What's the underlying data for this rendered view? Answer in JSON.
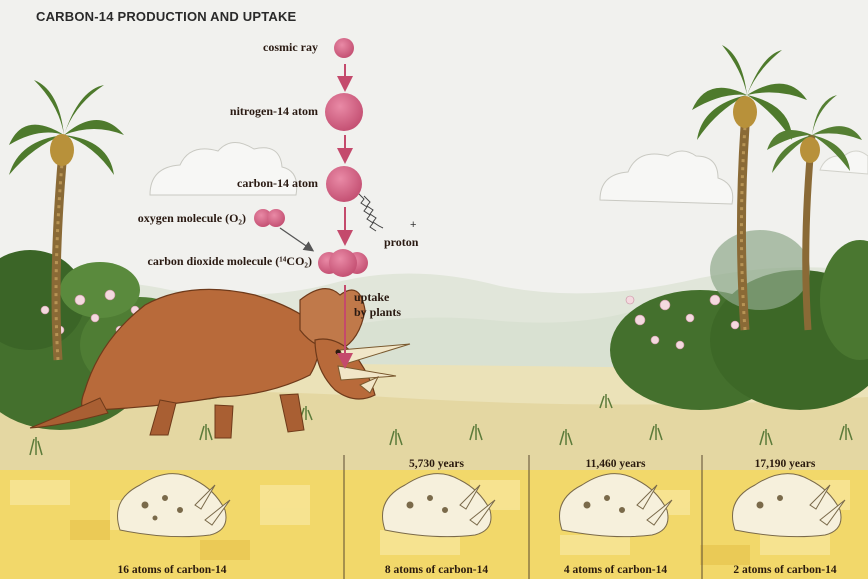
{
  "title": "CARBON-14 PRODUCTION AND UPTAKE",
  "process": {
    "cosmic_ray": "cosmic ray",
    "nitrogen": "nitrogen-14 atom",
    "carbon": "carbon-14 atom",
    "oxygen": "oxygen molecule (O₂)",
    "co2": "carbon dioxide molecule (¹⁴CO₂)",
    "proton": "proton",
    "uptake": [
      "uptake",
      "by plants"
    ]
  },
  "timeline": {
    "years": [
      "5,730 years",
      "11,460 years",
      "17,190 years"
    ],
    "atoms": [
      "16 atoms of carbon-14",
      "8 atoms of carbon-14",
      "4 atoms of carbon-14",
      "2 atoms of carbon-14"
    ]
  },
  "colors": {
    "atom": "#d4607f",
    "arrow": "#c44a6c",
    "sky": "#f0f0ec",
    "ground": "#ece2b4",
    "soil": "#f0d860",
    "foliage": "#3e6b2a",
    "dinosaur": "#b8683a"
  }
}
